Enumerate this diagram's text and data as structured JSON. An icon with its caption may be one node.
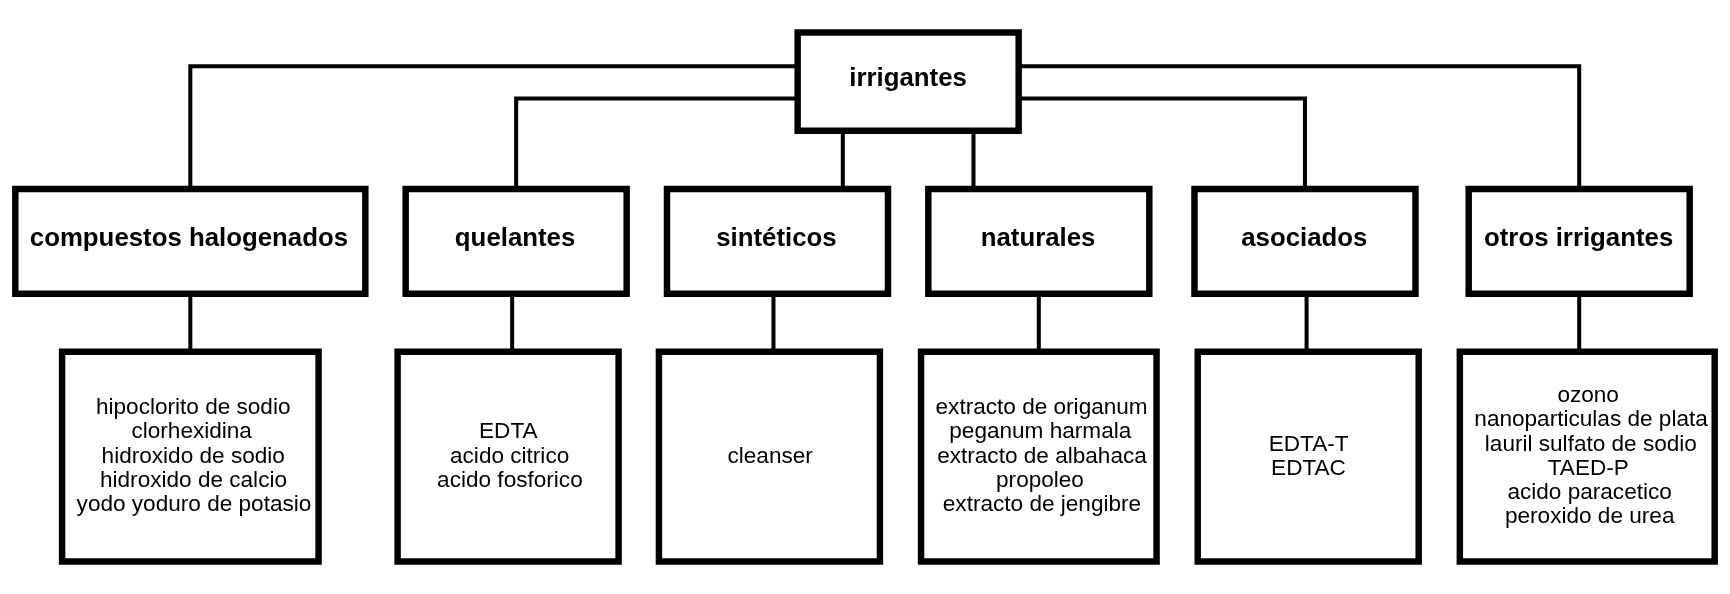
{
  "diagram": {
    "nodes": [
      {
        "text": [
          "irrigantes"
        ]
      },
      {
        "text": [
          "compuestos halogenados"
        ]
      },
      {
        "text": [
          "quelantes"
        ]
      },
      {
        "text": [
          "sintéticos"
        ]
      },
      {
        "text": [
          "naturales"
        ]
      },
      {
        "text": [
          "asociados"
        ]
      },
      {
        "text": [
          "otros irrigantes"
        ]
      },
      {
        "text": [
          "hipoclorito de sodio",
          "clorhexidina",
          "hidroxido de sodio",
          "hidroxido de calcio",
          "yodo yoduro de potasio"
        ]
      },
      {
        "text": [
          "EDTA",
          "acido citrico",
          "acido fosforico"
        ]
      },
      {
        "text": [
          "cleanser"
        ]
      },
      {
        "text": [
          "extracto de origanum",
          "peganum harmala",
          "extracto de albahaca",
          "propoleo",
          "extracto de jengibre"
        ]
      },
      {
        "text": [
          "EDTA-T",
          "EDTAC"
        ]
      },
      {
        "text": [
          "ozono",
          "nanoparticulas de plata",
          "lauril sulfato de sodio",
          "TAED-P",
          "acido paracetico",
          "peroxido de urea"
        ]
      }
    ],
    "edges": [
      {
        "from": 0,
        "to": 1,
        "arrow": "none"
      },
      {
        "from": 0,
        "to": 2,
        "arrow": "none"
      },
      {
        "from": 0,
        "to": 3,
        "arrow": "none"
      },
      {
        "from": 0,
        "to": 4,
        "arrow": "none"
      },
      {
        "from": 0,
        "to": 5,
        "arrow": "none"
      },
      {
        "from": 0,
        "to": 6,
        "arrow": "none"
      },
      {
        "from": 1,
        "to": 7,
        "arrow": "none"
      },
      {
        "from": 2,
        "to": 8,
        "arrow": "none"
      },
      {
        "from": 3,
        "to": 9,
        "arrow": "none"
      },
      {
        "from": 4,
        "to": 10,
        "arrow": "none"
      },
      {
        "from": 5,
        "to": 11,
        "arrow": "none"
      },
      {
        "from": 6,
        "to": 12,
        "arrow": "none"
      }
    ]
  }
}
